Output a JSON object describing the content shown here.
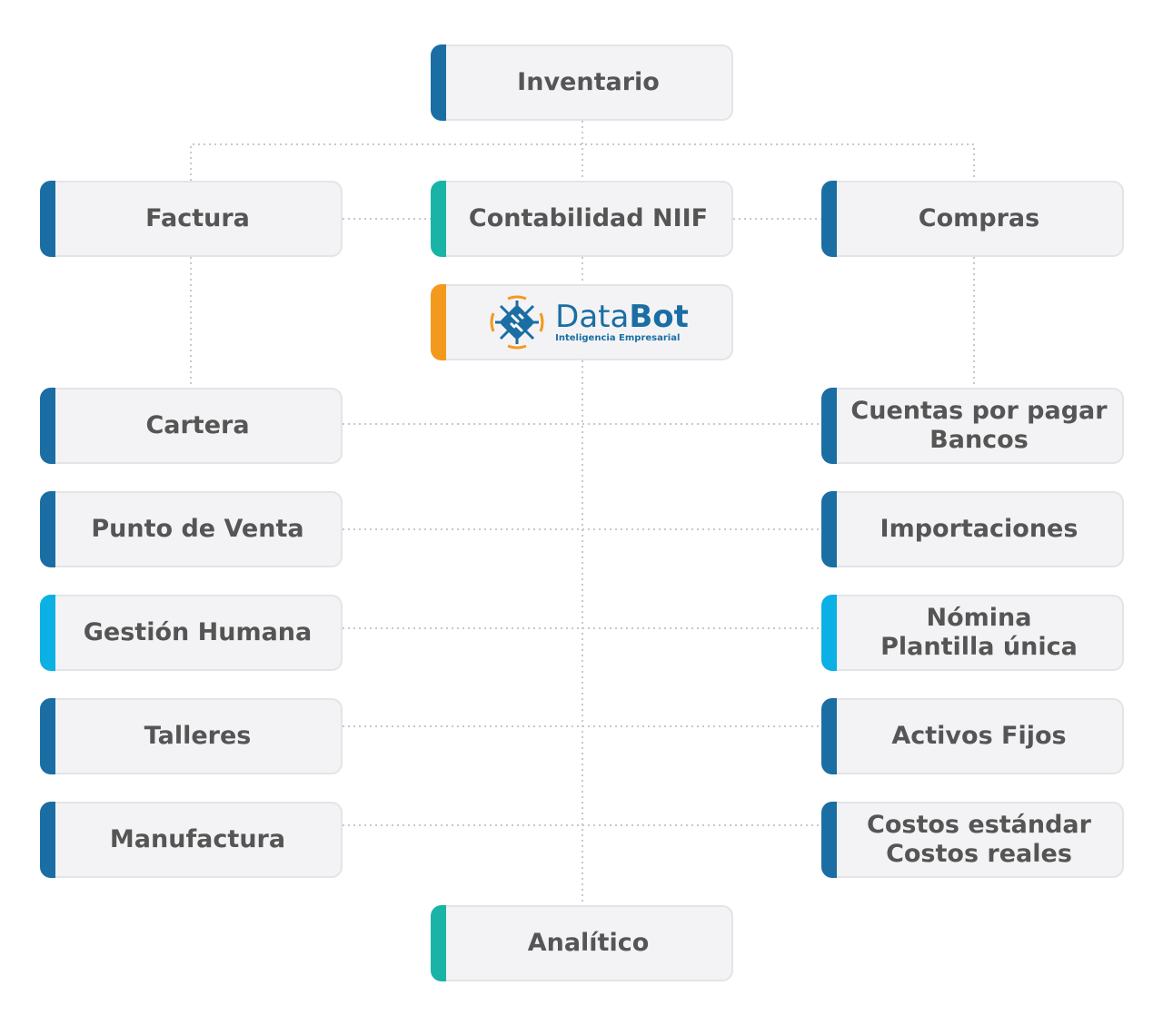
{
  "nodes": {
    "inventario": "Inventario",
    "factura": "Factura",
    "contabilidad": "Contabilidad NIIF",
    "compras": "Compras",
    "cartera": "Cartera",
    "cuentas": [
      "Cuentas por pagar",
      "Bancos"
    ],
    "punto_venta": "Punto de Venta",
    "importaciones": "Importaciones",
    "gestion_humana": "Gestión Humana",
    "nomina": [
      "Nómina",
      "Plantilla única"
    ],
    "talleres": "Talleres",
    "activos": "Activos Fijos",
    "manufactura": "Manufactura",
    "costos": [
      "Costos estándar",
      "Costos reales"
    ],
    "analitico": "Analítico"
  },
  "logo": {
    "name_light": "Data",
    "name_bold": "Bot",
    "tagline": "Inteligencia Empresarial"
  },
  "colors": {
    "dark_blue": "#1a6ea3",
    "teal": "#19b4a6",
    "cyan": "#0bb0e4",
    "orange": "#f39a1e"
  }
}
